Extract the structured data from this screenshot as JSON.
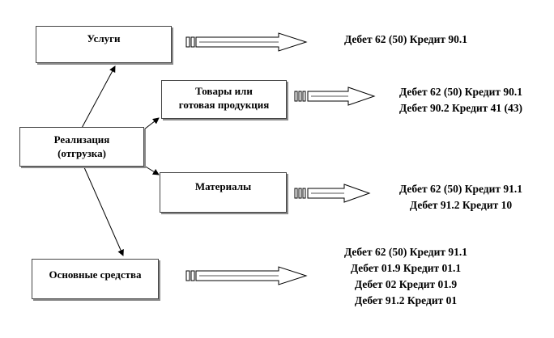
{
  "nodes": {
    "sales": {
      "lines": [
        "Реализация",
        "(отгрузка)"
      ]
    },
    "services": {
      "lines": [
        "Услуги"
      ]
    },
    "goods": {
      "lines": [
        "Товары или",
        "готовая продукция"
      ]
    },
    "materials": {
      "lines": [
        "Материалы"
      ]
    },
    "fixed_assets": {
      "lines": [
        "Основные средства"
      ]
    }
  },
  "entries": {
    "services": [
      "Дебет 62 (50) Кредит 90.1"
    ],
    "goods": [
      "Дебет 62 (50) Кредит 90.1",
      "Дебет 90.2 Кредит 41 (43)"
    ],
    "materials": [
      "Дебет 62 (50) Кредит 91.1",
      "Дебет 91.2 Кредит 10"
    ],
    "fixed_assets": [
      "Дебет 62 (50) Кредит 91.1",
      "Дебет 01.9 Кредит 01.1",
      "Дебет 02 Кредит 01.9",
      "Дебет 91.2 Кредит 01"
    ]
  }
}
